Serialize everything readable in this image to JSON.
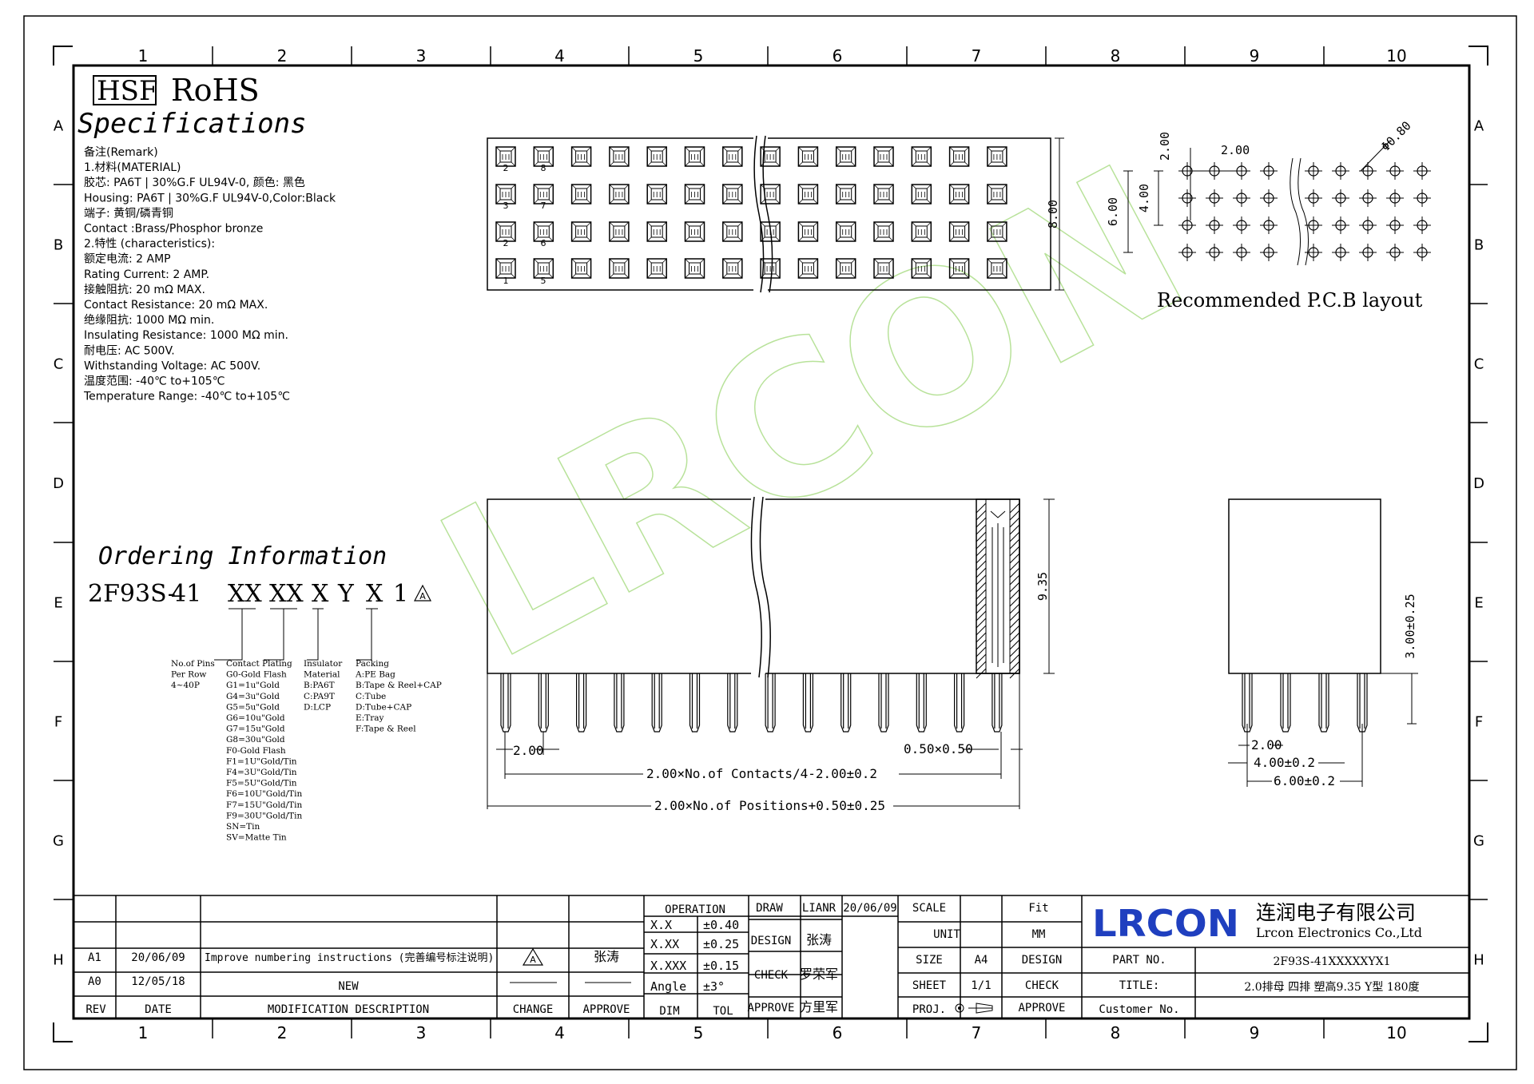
{
  "grid_cols": [
    "1",
    "2",
    "3",
    "4",
    "5",
    "6",
    "7",
    "8",
    "9",
    "10"
  ],
  "grid_rows": [
    "A",
    "B",
    "C",
    "D",
    "E",
    "F",
    "G",
    "H"
  ],
  "watermark": "LRCON",
  "header": {
    "hsf": "HSF",
    "rohs": "RoHS",
    "specifications": "Specifications"
  },
  "spec_lines": [
    "备注(Remark)",
    "1.材料(MATERIAL)",
    "胶芯: PA6T | 30%G.F UL94V-0, 颜色: 黑色",
    "Housing: PA6T | 30%G.F UL94V-0,Color:Black",
    "端子: 黄铜/磷青铜",
    "Contact :Brass/Phosphor bronze",
    "2.特性 (characteristics):",
    "额定电流: 2 AMP",
    "Rating Current: 2 AMP.",
    "接触阻抗: 20 mΩ MAX.",
    "Contact Resistance: 20 mΩ MAX.",
    "绝缘阻抗: 1000 MΩ min.",
    "Insulating Resistance: 1000 MΩ min.",
    "耐电压: AC 500V.",
    "Withstanding Voltage: AC 500V.",
    "温度范围: -40℃ to+105℃",
    "Temperature Range: -40℃ to+105℃"
  ],
  "pin_numbers": [
    "2",
    "8",
    "3",
    "7",
    "2",
    "6",
    "1",
    "5"
  ],
  "dims": {
    "height_top": "8.00",
    "pcb_200h": "2.00",
    "pcb_200v": "2.00",
    "pcb_400": "4.00",
    "pcb_600": "6.00",
    "pcb_hole": "Φ0.80",
    "side_935": "9.35",
    "pitch": "2.00",
    "pin_size": "0.50×0.50",
    "contacts_formula": "2.00×No.of Contacts/4-2.00±0.2",
    "positions_formula": "2.00×No.of Positions+0.50±0.25",
    "end_300": "3.00±0.25",
    "end_200": "2.00",
    "end_400": "4.00±0.2",
    "end_600": "6.00±0.2"
  },
  "pcb_caption": "Recommended P.C.B layout",
  "ordering": {
    "title": "Ordering Information",
    "code": [
      "2F93S-",
      "41",
      "XX",
      "XX",
      "X",
      "Y",
      "X",
      "1"
    ],
    "rev_mark": "A",
    "col1": [
      "No.of Pins",
      "Per Row",
      "4~40P"
    ],
    "col2": [
      "Contact Plating",
      "G0-Gold Flash",
      "G1=1u\"Gold",
      "G4=3u\"Gold",
      "G5=5u\"Gold",
      "G6=10u\"Gold",
      "G7=15u\"Gold",
      "G8=30u\"Gold",
      "F0-Gold Flash",
      "F1=1U\"Gold/Tin",
      "F4=3U\"Gold/Tin",
      "F5=5U\"Gold/Tin",
      "F6=10U\"Gold/Tin",
      "F7=15U\"Gold/Tin",
      "F9=30U\"Gold/Tin",
      "SN=Tin",
      "SV=Matte Tin"
    ],
    "col3": [
      "Insulator",
      "Material",
      "B:PA6T",
      "C:PA9T",
      "D:LCP"
    ],
    "col4": [
      "Packing",
      "A:PE Bag",
      "B:Tape & Reel+CAP",
      "C:Tube",
      "D:Tube+CAP",
      "E:Tray",
      "F:Tape & Reel"
    ]
  },
  "title_block": {
    "rev_rows": [
      {
        "rev": "A1",
        "date": "20/06/09",
        "desc": "Improve numbering instructions (完善编号标注说明)",
        "change": "A",
        "approve": "张涛"
      },
      {
        "rev": "A0",
        "date": "12/05/18",
        "desc": "NEW",
        "change": "",
        "approve": ""
      }
    ],
    "rev_header": {
      "rev": "REV",
      "date": "DATE",
      "desc": "MODIFICATION DESCRIPTION",
      "change": "CHANGE",
      "approve": "APPROVE"
    },
    "operation": "OPERATION",
    "tolerances": [
      {
        "label": "X.X",
        "value": "±0.40"
      },
      {
        "label": "X.XX",
        "value": "±0.25"
      },
      {
        "label": "X.XXX",
        "value": "±0.15"
      },
      {
        "label": "Angle",
        "value": "±3°"
      }
    ],
    "dim": "DIM",
    "tol": "TOL",
    "draw": "DRAW",
    "draw_name": "LIANR",
    "draw_date": "20/06/09",
    "design": "DESIGN",
    "design_name": "张涛",
    "check": "CHECK",
    "check_name": "罗荣军",
    "approve": "APPROVE",
    "approve_name": "方里军",
    "scale": "SCALE",
    "scale_val": "Fit",
    "unit": "UNIT",
    "unit_val": "MM",
    "size": "SIZE",
    "size_val": "A4",
    "design2": "DESIGN",
    "sheet": "SHEET",
    "sheet_val": "1/1",
    "check2": "CHECK",
    "proj": "PROJ.",
    "approve2": "APPROVE",
    "company_logo": "LRCON",
    "company_cn": "连润电子有限公司",
    "company_en": "Lrcon Electronics Co.,Ltd",
    "part_no_label": "PART NO.",
    "part_no": "2F93S-41XXXXXYX1",
    "title_label": "TITLE:",
    "title": "2.0排母 四排 塑高9.35 Y型 180度",
    "customer_no": "Customer No."
  },
  "colors": {
    "line": "#000000",
    "watermark": "#b8e29a",
    "logo": "#1f3fbf"
  }
}
